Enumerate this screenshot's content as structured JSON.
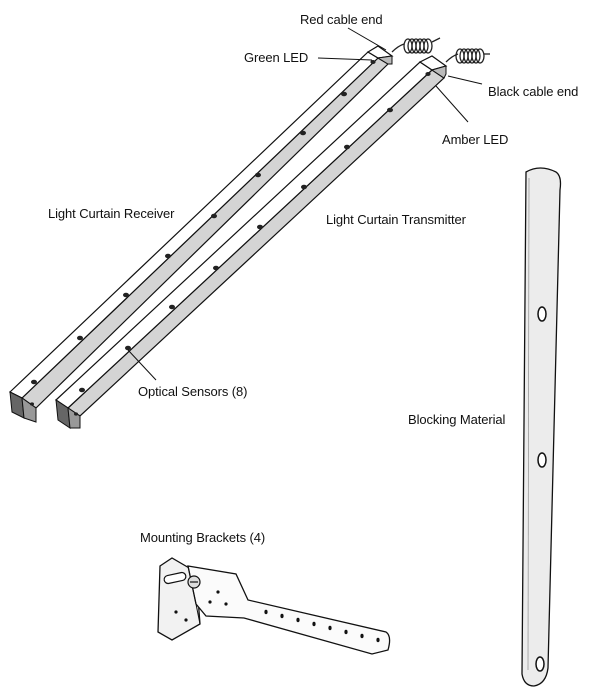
{
  "labels": {
    "red_cable_end": "Red cable end",
    "green_led": "Green LED",
    "black_cable_end": "Black cable end",
    "amber_led": "Amber LED",
    "receiver": "Light Curtain Receiver",
    "transmitter": "Light Curtain Transmitter",
    "optical_sensors": "Optical Sensors (8)",
    "blocking_material": "Blocking Material",
    "mounting_brackets": "Mounting Brackets (4)"
  },
  "colors": {
    "line": "#111111",
    "bar_face": "#ffffff",
    "bar_shade": "#d4d4d4",
    "bar_dark": "#a9a9a9",
    "strip_fill": "#ececec",
    "cable_coil": "#333333"
  }
}
